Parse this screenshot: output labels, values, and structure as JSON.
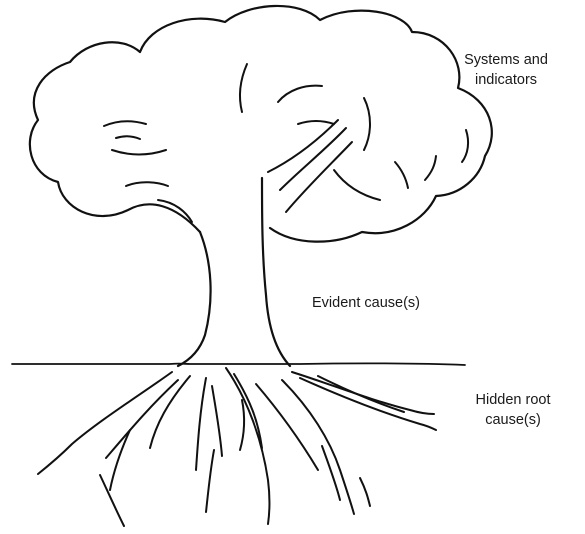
{
  "labels": {
    "systems_line1": "Systems and",
    "systems_line2": "indicators",
    "evident": "Evident cause(s)",
    "hidden_line1": "Hidden root",
    "hidden_line2": "cause(s)"
  },
  "colors": {
    "ink": "#111111",
    "background": "#ffffff"
  }
}
